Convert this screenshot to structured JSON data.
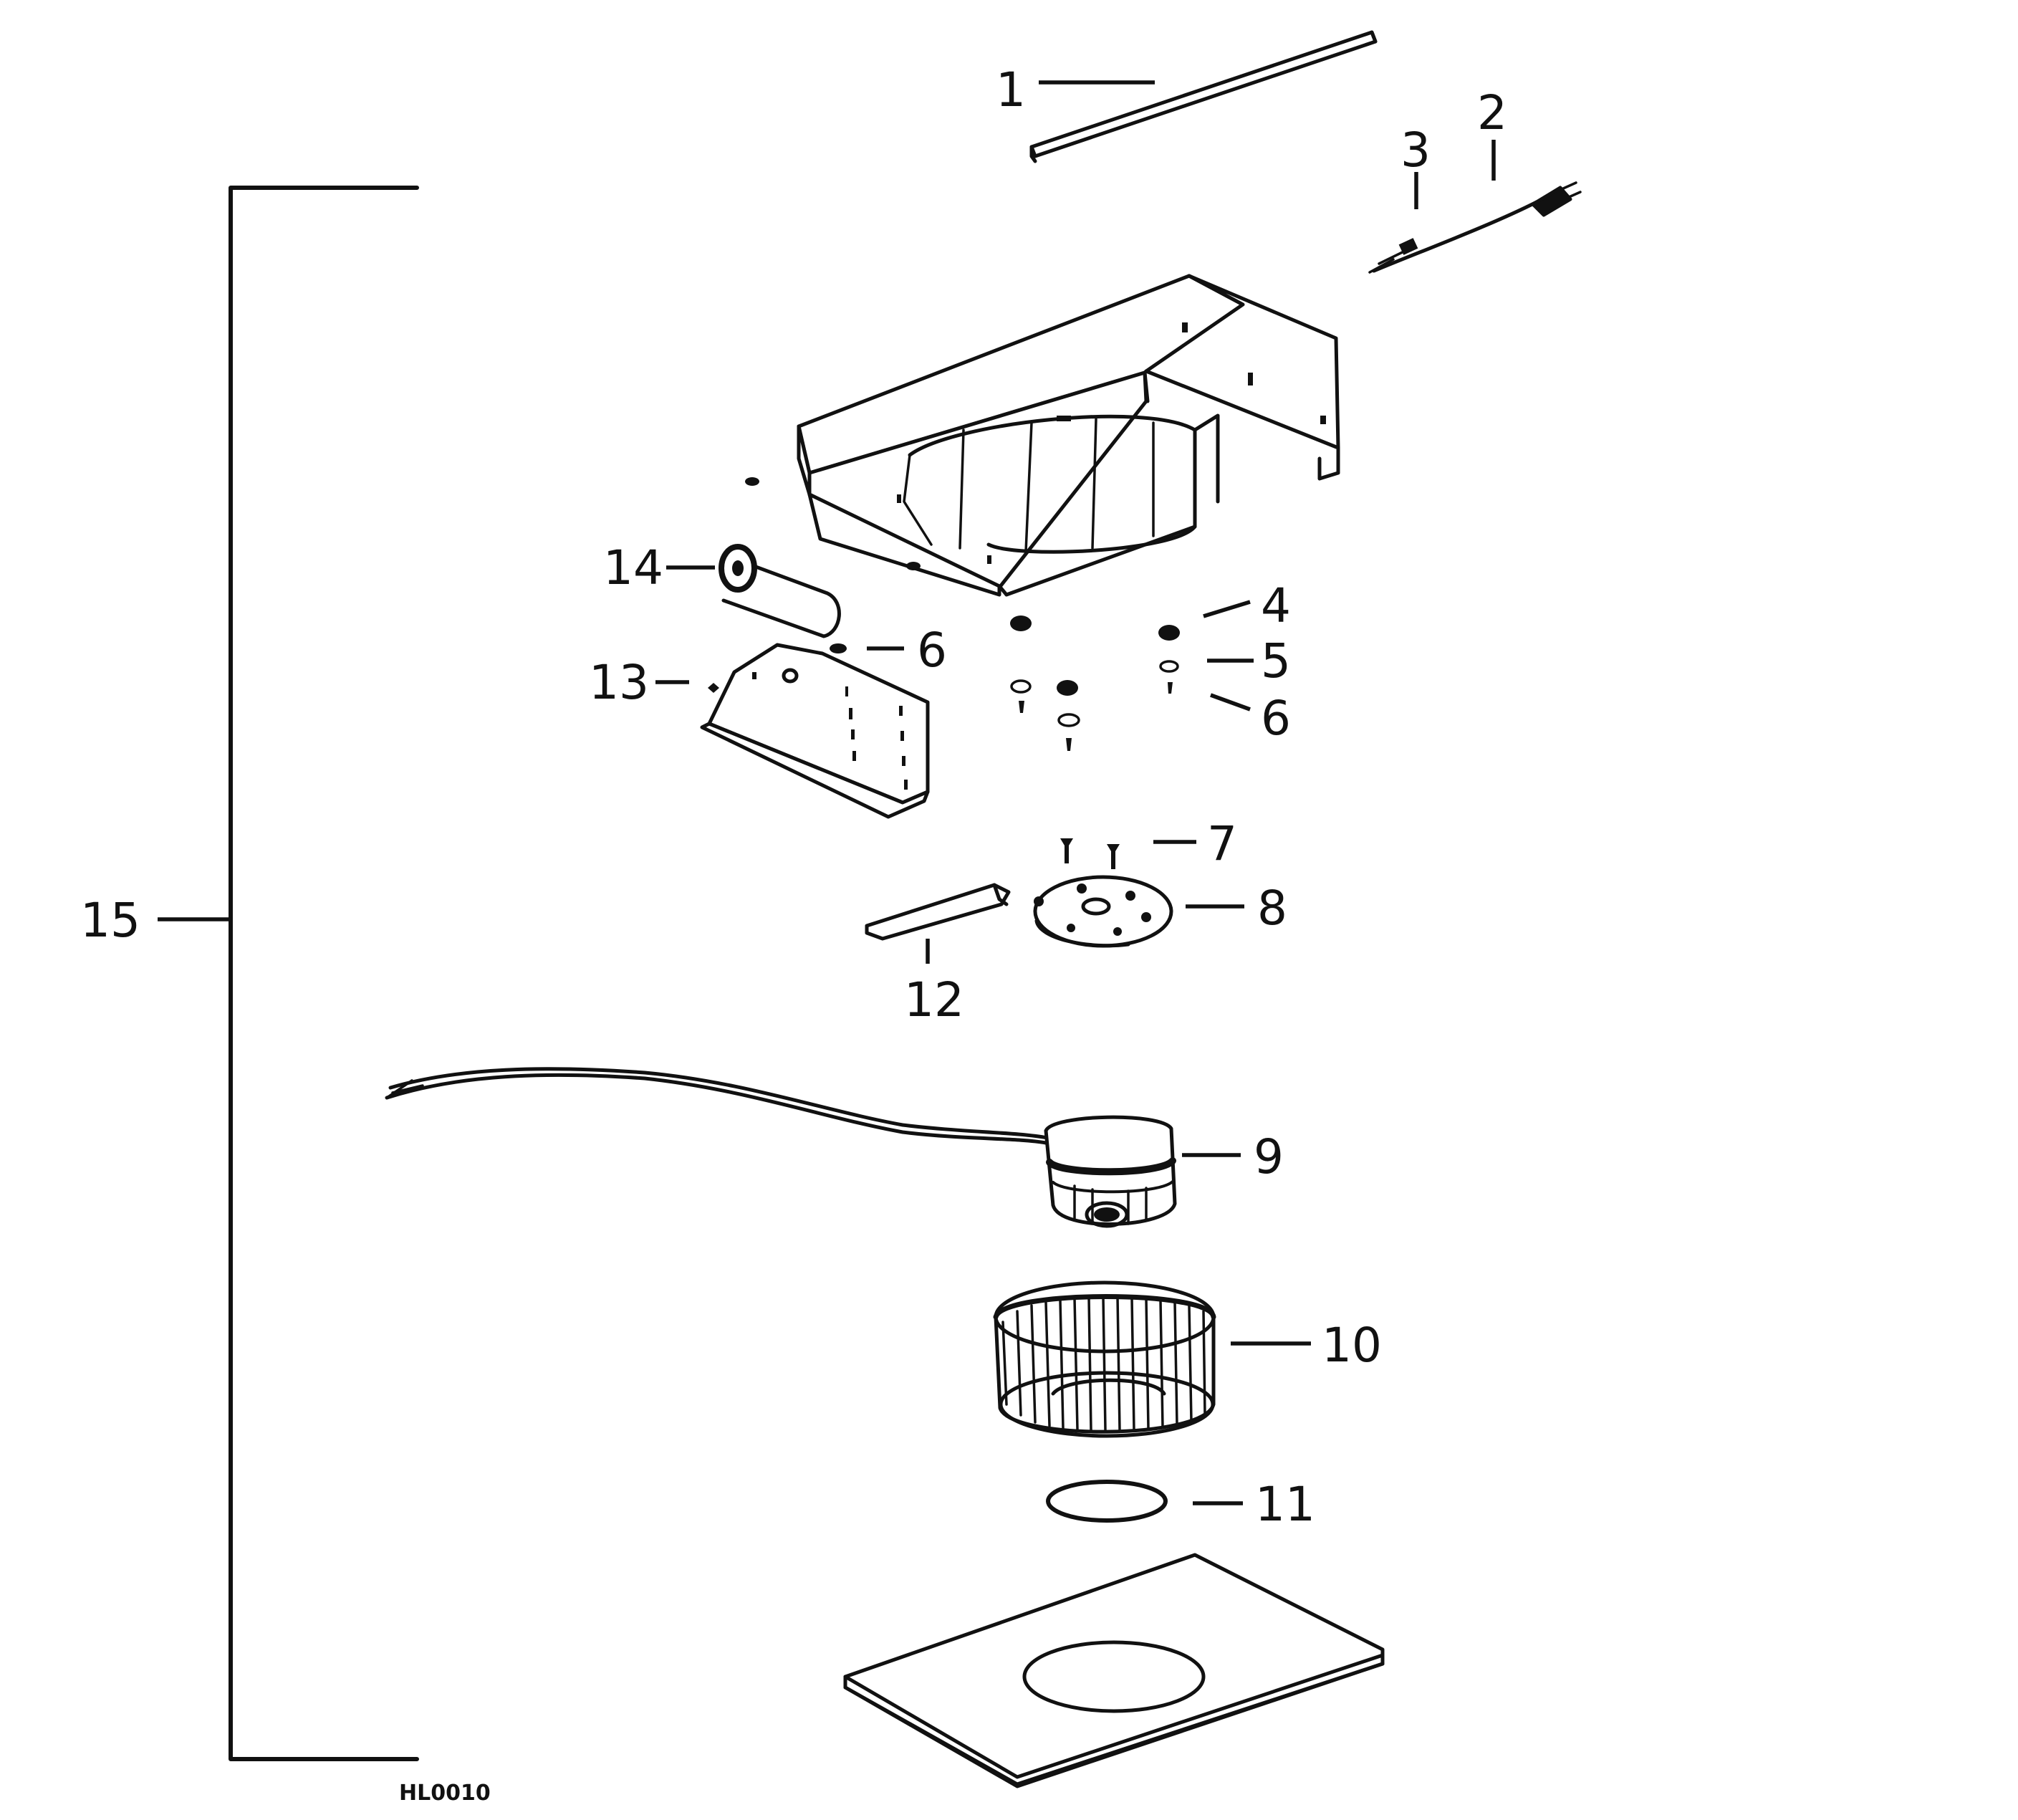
{
  "callouts": {
    "c1": "1",
    "c2": "2",
    "c3": "3",
    "c4": "4",
    "c5": "5",
    "c6a": "6",
    "c6b": "6",
    "c7": "7",
    "c8": "8",
    "c9": "9",
    "c10": "10",
    "c11": "11",
    "c12": "12",
    "c13": "13",
    "c14": "14",
    "c15": "15"
  },
  "drawing_code": "HL0010"
}
